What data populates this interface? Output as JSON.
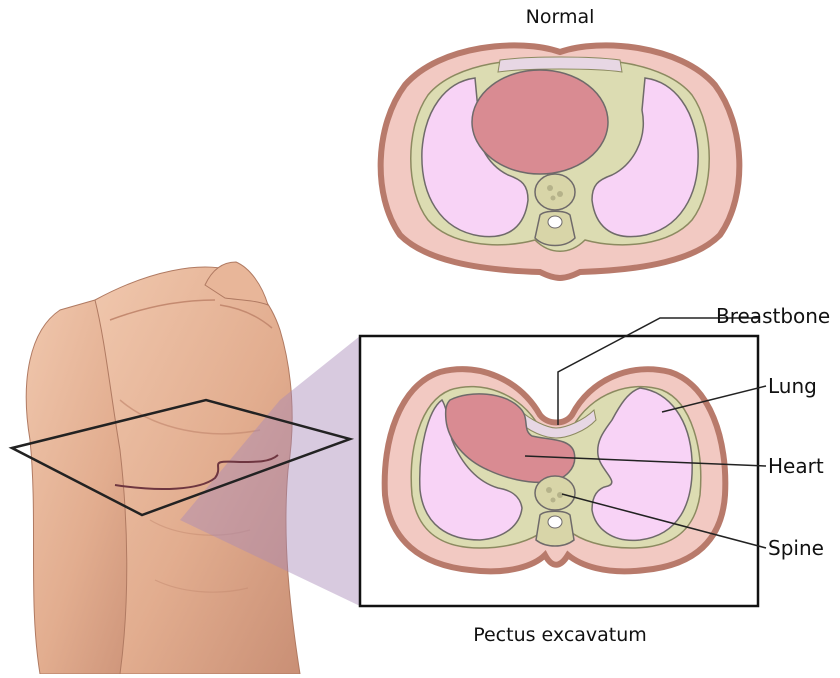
{
  "diagram": {
    "top_title": "Normal",
    "bottom_title": "Pectus excavatum",
    "labels": {
      "breastbone": "Breastbone",
      "lung": "Lung",
      "heart": "Heart",
      "spine": "Spine"
    }
  },
  "colors": {
    "skin_outer": "#b87a6b",
    "body_wall": "#f2c9c2",
    "rib": "#dcdcb2",
    "lung": "#f8d3f6",
    "heart": "#d98b92",
    "spine_bone": "#d8d5a8",
    "torso_skin": "#e9b89a",
    "projection": "#a989b8"
  },
  "icons": [
    "torso-illustration",
    "cross-section-normal",
    "cross-section-pectus"
  ]
}
